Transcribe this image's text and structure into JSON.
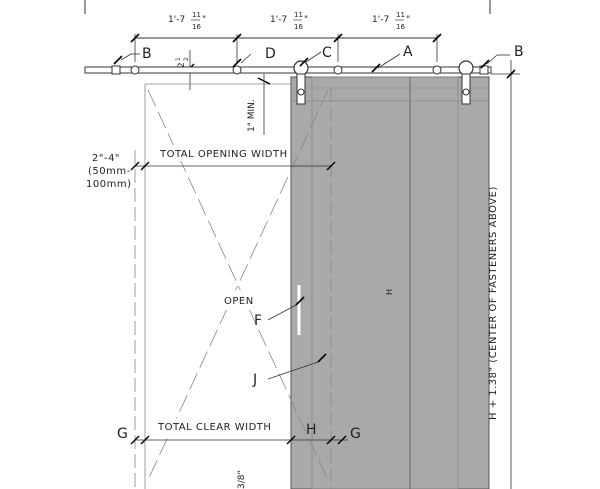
{
  "dimensions": {
    "spacing_1": "1'-7",
    "spacing_2": "1'-7",
    "spacing_3": "1'-7",
    "frac_num": "11",
    "frac_den": "16",
    "rail_offset": "2",
    "rail_offset_num": "1",
    "rail_offset_den": "2",
    "min_clear": "1\" MIN.",
    "overlap": "2\"-4\"",
    "overlap_metric_1": "(50mm-",
    "overlap_metric_2": "100mm)",
    "total_opening_width": "TOTAL OPENING WIDTH",
    "total_clear_width": "TOTAL CLEAR WIDTH",
    "height_label": "H + 1.38\" (CENTER OF FASTENERS ABOVE)",
    "door_h": "H",
    "clear_h": "H",
    "bottom_partial": "3/8\""
  },
  "labels": {
    "A": "A",
    "B_left": "B",
    "B_right": "B",
    "C": "C",
    "D": "D",
    "F": "F",
    "G_left": "G",
    "G_right": "G",
    "J": "J"
  },
  "opening_label": "OPEN",
  "colors": {
    "door": "#a9a9a9",
    "door_stroke": "#555555",
    "line": "#333333",
    "dash": "#888888"
  }
}
